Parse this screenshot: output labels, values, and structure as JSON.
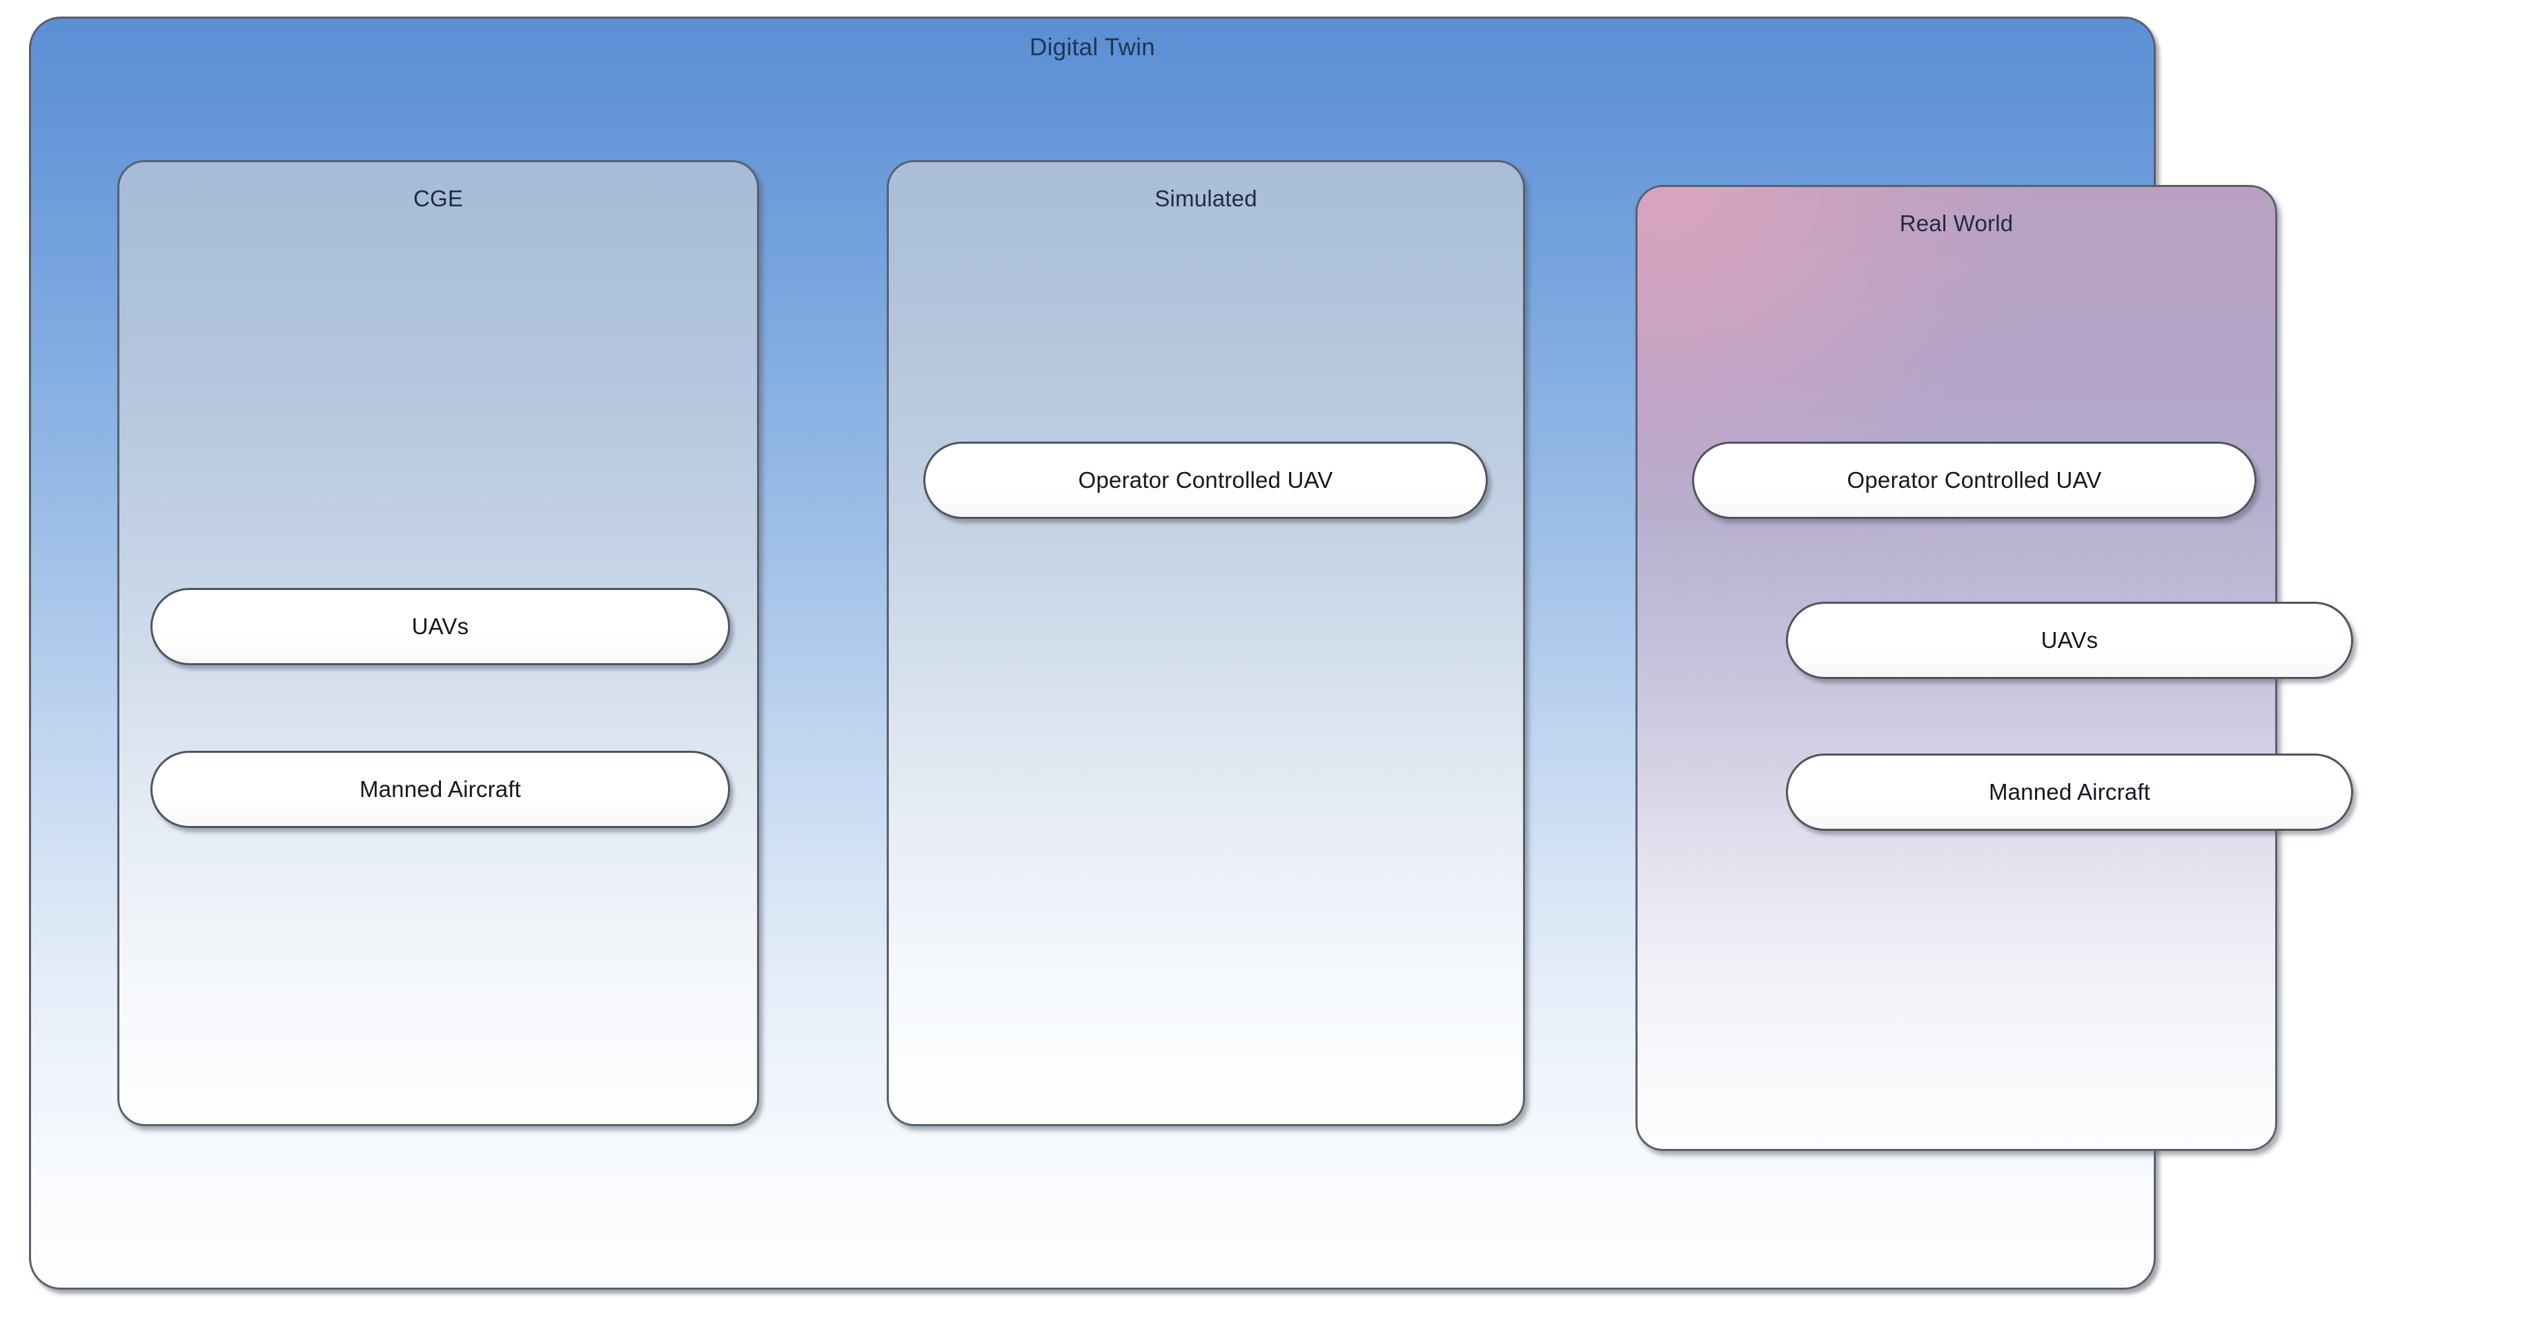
{
  "diagram": {
    "title": "Digital Twin",
    "type": "nested-container-diagram",
    "colors": {
      "outer_container_top": "#5b8fd4",
      "outer_container_bottom": "#fdfeff",
      "cge_panel_top": "#a6bbd7",
      "simulated_panel_top": "#a9bdd8",
      "real_world_panel_top": "#b9a0c0",
      "real_world_accent_pink": "#e2a6bc",
      "panel_border": "#59606c",
      "pill_fill": "#ffffff",
      "pill_border": "#4f5560",
      "title_text": "#1f3556",
      "panel_title_text": "#1f2b44",
      "pill_text": "#14181f"
    },
    "panels": [
      {
        "id": "cge",
        "title": "CGE",
        "items": [
          {
            "label": "UAVs"
          },
          {
            "label": "Manned Aircraft"
          }
        ]
      },
      {
        "id": "simulated",
        "title": "Simulated",
        "items": [
          {
            "label": "Operator Controlled UAV"
          }
        ]
      },
      {
        "id": "real-world",
        "title": "Real World",
        "items": [
          {
            "label": "Operator Controlled UAV"
          },
          {
            "label": "UAVs"
          },
          {
            "label": "Manned Aircraft"
          }
        ]
      }
    ]
  }
}
